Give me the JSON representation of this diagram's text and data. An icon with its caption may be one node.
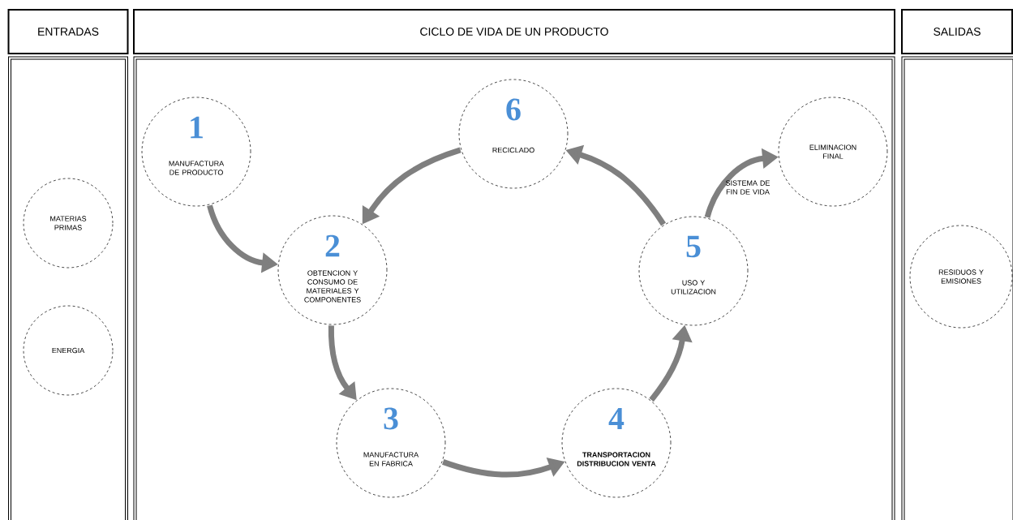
{
  "diagram": {
    "nodes": [
      {
        "text": [
          "ENTRADAS"
        ]
      },
      {
        "text": [
          "CICLO DE VIDA DE UN PRODUCTO"
        ]
      },
      {
        "text": [
          "SALIDAS"
        ]
      },
      {
        "text": [],
        "shape": "box"
      },
      {
        "text": [],
        "shape": "box"
      },
      {
        "text": [],
        "shape": "box"
      },
      {
        "text": [
          "MATERIAS PRIMAS"
        ],
        "in": 3
      },
      {
        "text": [
          "ENERGIA"
        ],
        "in": 3
      },
      {
        "text": [
          "1",
          "MANUFACTURA DE PRODUCTO"
        ],
        "in": 4
      },
      {
        "text": [
          "6",
          "RECICLADO"
        ],
        "in": 4
      },
      {
        "text": [
          "ELIMINACION FINAL"
        ],
        "in": 4
      },
      {
        "text": [
          "2",
          "OBTENCION Y CONSUMO DE MATERIALES Y COMPONENTES"
        ],
        "in": 4
      },
      {
        "text": [
          "5",
          "USO Y UTILIZACION"
        ],
        "in": 4
      },
      {
        "text": [
          "RESIDUOS Y EMISIONES"
        ],
        "in": 5
      },
      {
        "text": [
          "3",
          "MANUFACTURA EN FABRICA"
        ],
        "in": 4
      },
      {
        "text": [
          "4",
          "TRANSPORTACION DISTRIBUCION VENTA"
        ],
        "in": 4
      }
    ],
    "edges": [
      {
        "from": 8,
        "to": 11,
        "arrow": "to"
      },
      {
        "from": 9,
        "to": 11,
        "arrow": "to"
      },
      {
        "from": 11,
        "to": 14,
        "arrow": "to"
      },
      {
        "from": 14,
        "to": 15,
        "arrow": "to"
      },
      {
        "from": 15,
        "to": 12,
        "arrow": "to"
      },
      {
        "from": 12,
        "to": 9,
        "arrow": "to"
      },
      {
        "from": 12,
        "to": 10,
        "arrow": "to"
      }
    ],
    "labels": [
      "SISTEMA DE FIN DE VIDA"
    ]
  }
}
